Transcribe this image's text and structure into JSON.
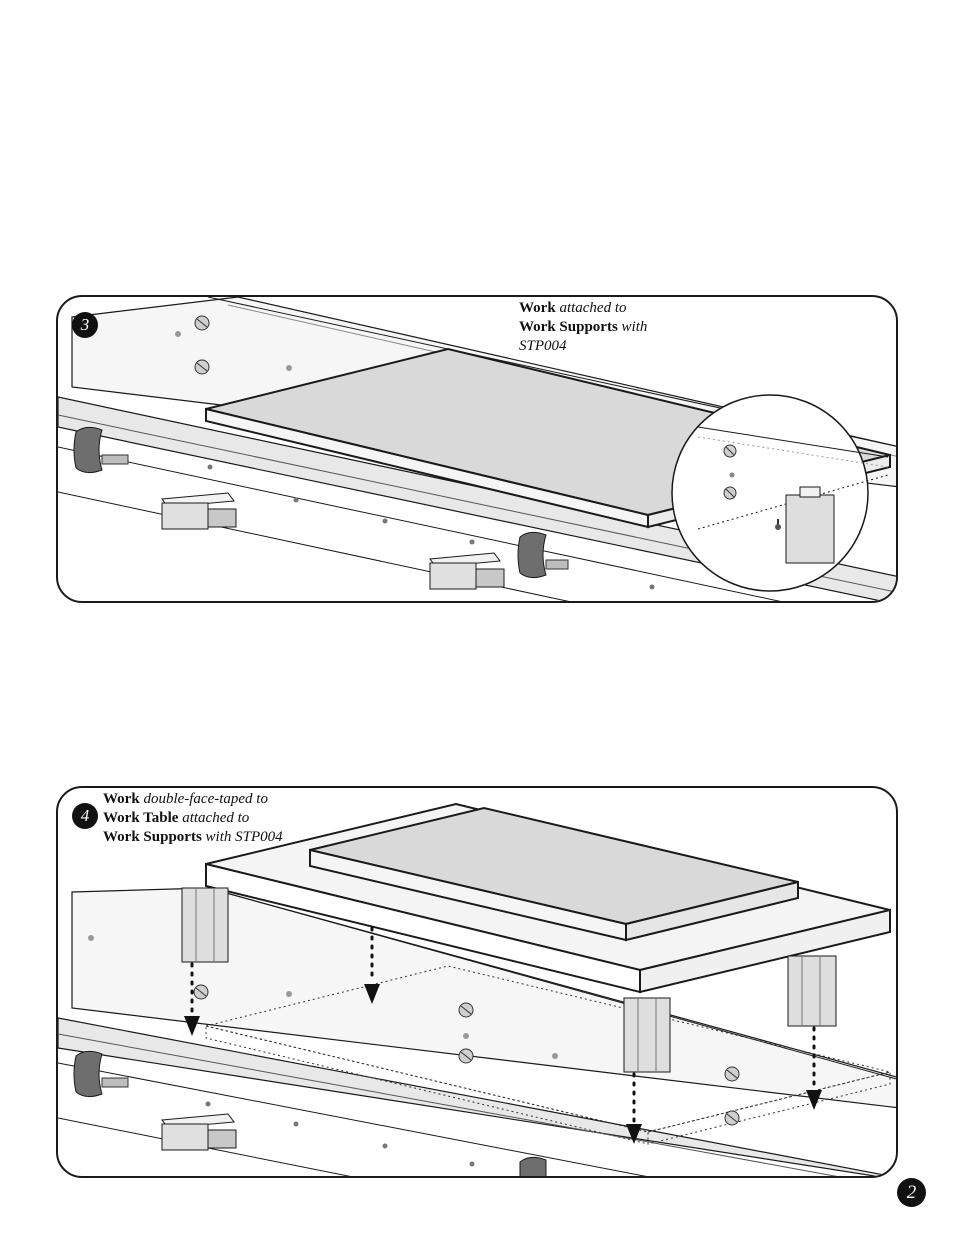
{
  "step3": {
    "number": "3",
    "caption": {
      "line1_bold": "Work",
      "line1_italic": " attached to",
      "line2_bold": "Work Supports",
      "line2_italic": " with",
      "line3_italic": "STP004"
    }
  },
  "step4": {
    "number": "4",
    "caption": {
      "line1_bold": "Work",
      "line1_italic": " double-face-taped to",
      "line2_bold": "Work Table",
      "line2_italic": " attached to",
      "line3_bold": "Work Supports",
      "line3_italic": " with STP004"
    }
  },
  "page_number": "2",
  "colors": {
    "outline": "#1a1a1a",
    "board_top": "#d9d9d9",
    "table_top": "#f4f4f4",
    "rail": "#e6e6e6",
    "knob": "#6e6e6e",
    "badge": "#111111"
  }
}
